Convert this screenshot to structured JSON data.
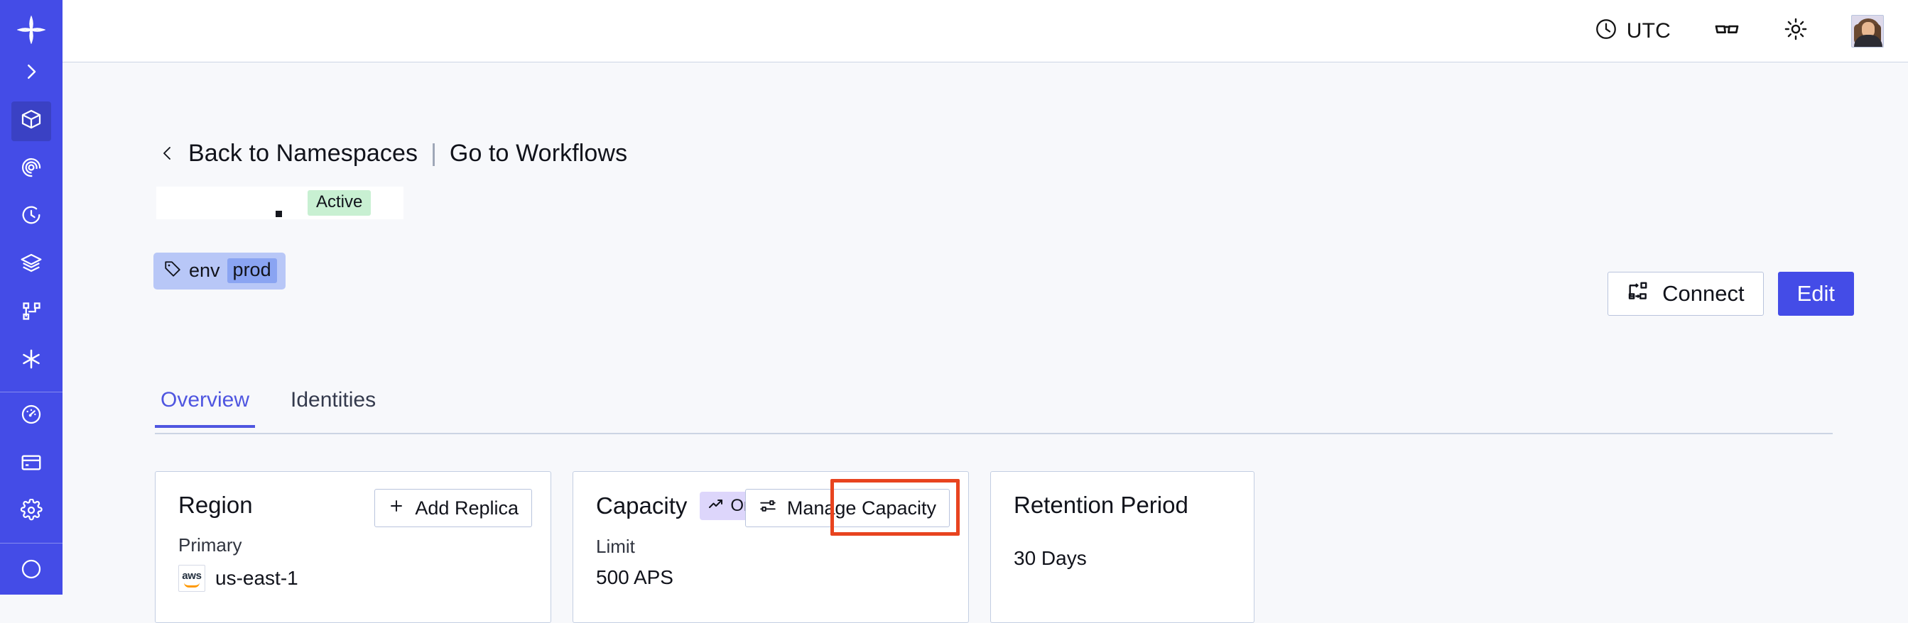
{
  "sidebar": {
    "logo_icon": "temporal-logo-icon",
    "items": [
      {
        "icon": "chevron-right-icon",
        "name": "expand-sidebar",
        "active": false
      },
      {
        "icon": "cube-icon",
        "name": "namespaces",
        "active": true
      },
      {
        "icon": "eye-spiral-icon",
        "name": "observability",
        "active": false
      },
      {
        "icon": "history-clock-icon",
        "name": "history",
        "active": false
      },
      {
        "icon": "layers-icon",
        "name": "layers",
        "active": false
      },
      {
        "icon": "workflow-graph-icon",
        "name": "workflows",
        "active": false
      },
      {
        "icon": "asterisk-icon",
        "name": "integrations",
        "active": false
      }
    ],
    "items_secondary": [
      {
        "icon": "gauge-icon",
        "name": "usage",
        "active": false
      },
      {
        "icon": "credit-card-icon",
        "name": "billing",
        "active": false
      },
      {
        "icon": "gear-icon",
        "name": "settings",
        "active": false
      }
    ]
  },
  "topbar": {
    "timezone_label": "UTC",
    "clock_icon": "clock-icon",
    "glasses_icon": "glasses-icon",
    "theme_icon": "sun-icon",
    "avatar_icon": "user-avatar"
  },
  "breadcrumb": {
    "back_icon": "chevron-left-icon",
    "back_label": "Back to Namespaces",
    "divider": "|",
    "forward_label": "Go to Workflows"
  },
  "header": {
    "namespace_title": "",
    "status_badge": "Active",
    "tag": {
      "icon": "tag-icon",
      "key": "env",
      "value": "prod"
    },
    "connect_label": "Connect",
    "connect_icon": "connect-icon",
    "edit_label": "Edit"
  },
  "tabs": [
    {
      "label": "Overview",
      "selected": true
    },
    {
      "label": "Identities",
      "selected": false
    }
  ],
  "cards": {
    "region": {
      "title": "Region",
      "action_label": "Add Replica",
      "action_icon": "plus-icon",
      "sub_label": "Primary",
      "provider_icon": "aws-logo",
      "value": "us-east-1"
    },
    "capacity": {
      "title": "Capacity",
      "badge_label": "On-Demand",
      "badge_icon": "trending-up-icon",
      "action_label": "Manage Capacity",
      "action_icon": "sliders-icon",
      "sub_label": "Limit",
      "value": "500 APS",
      "highlighted": true
    },
    "retention": {
      "title": "Retention Period",
      "value": "30 Days"
    }
  },
  "colors": {
    "sidebar_bg": "#444ce7",
    "sidebar_active": "#3a41c4",
    "accent": "#4f56e0",
    "page_bg": "#f7f8fb",
    "badge_active_bg": "#c8f0d2",
    "badge_ondemand_bg": "#ddd6fb",
    "tag_bg": "#b8c7f7",
    "tag_value_bg": "#8aa4f2",
    "highlight_border": "#e8441f",
    "card_border": "#c3cee2"
  }
}
